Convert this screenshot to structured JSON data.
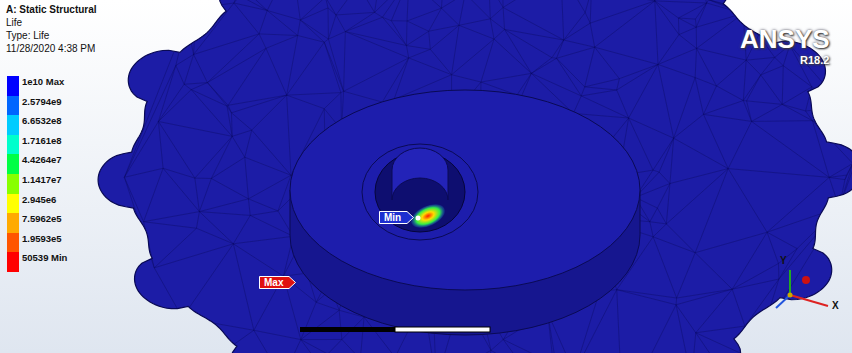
{
  "diagram": {
    "nodes": [
      {
        "text": [
          "Min"
        ]
      },
      {
        "text": [
          "Max"
        ]
      }
    ],
    "labels": [
      "A: Static Structural",
      "Life",
      "Type: Life",
      "11/28/2020 4:38 PM",
      "ANSYS",
      "R18.2",
      "Y",
      "X"
    ],
    "legend": [
      {
        "text": "1e10 Max",
        "color": "#0000ff"
      },
      {
        "text": "2.5794e9",
        "color": "#0066ff"
      },
      {
        "text": "6.6532e8",
        "color": "#00ccff"
      },
      {
        "text": "1.7161e8",
        "color": "#00ffcc"
      },
      {
        "text": "4.4264e7",
        "color": "#00ff44"
      },
      {
        "text": "1.1417e7",
        "color": "#88ff00"
      },
      {
        "text": "2.945e6",
        "color": "#ffff00"
      },
      {
        "text": "7.5962e5",
        "color": "#ffaa00"
      },
      {
        "text": "1.9593e5",
        "color": "#ff5500"
      },
      {
        "text": "50539 Min",
        "color": "#ff0000"
      }
    ]
  }
}
